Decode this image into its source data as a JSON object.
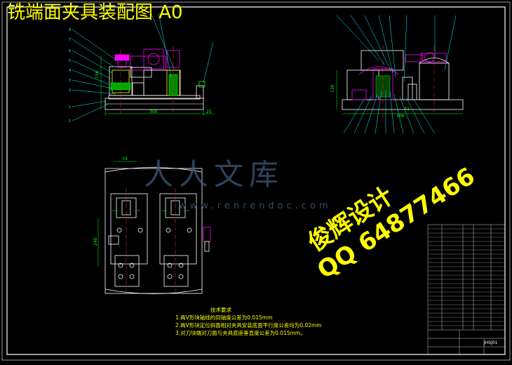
{
  "drawing": {
    "title": "铣端面夹具装配图 A0",
    "colors": {
      "background": "#000000",
      "frame": "#ffffff",
      "outline": "#ffffff",
      "hidden": "#ff00ff",
      "centerline": "#ff3030",
      "dimension": "#00ff00",
      "leader": "#00ffff",
      "accent": "#ffff00",
      "watermark": "#3d5a78"
    }
  },
  "watermark": {
    "brand": "人人文库",
    "url": "www.renrendoc.com"
  },
  "stamp": {
    "line1": "俊辉设计",
    "line2": "QQ 64877466"
  },
  "notes": {
    "heading": "技术要求",
    "items": [
      "1.两V形块轴线的同轴度公差为0.015mm",
      "2.两V形块定位斜面相对夹具安装底面平行度公差均为0.02mm",
      "3.对刀块端对刀面与夹具底座垂直度公差为0.015mm。"
    ]
  },
  "dimensions": {
    "front_width": "300",
    "front_side": "25",
    "front_height": "156",
    "side_width": "306",
    "side_offset": "32",
    "side_height": "130",
    "plan_top": "34",
    "plan_left": "240"
  },
  "title_block": {
    "drawing_no": "JHSJ01"
  }
}
